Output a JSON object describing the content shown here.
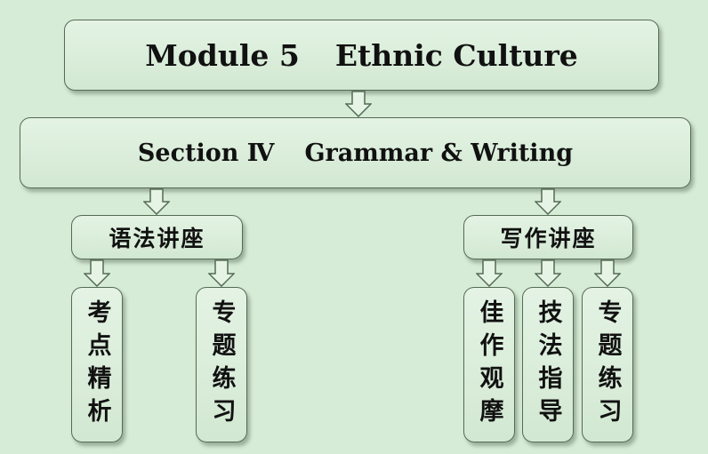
{
  "module": {
    "number": "Module 5",
    "title": "Ethnic Culture"
  },
  "section": {
    "number": "Section Ⅳ",
    "title": "Grammar & Writing"
  },
  "branches": [
    {
      "label": "语法讲座",
      "children": [
        "考点精析",
        "专题练习"
      ]
    },
    {
      "label": "写作讲座",
      "children": [
        "佳作观摩",
        "技法指导",
        "专题练习"
      ]
    }
  ],
  "colors": {
    "background": "#d7ecd7",
    "box_fill": "#dcefdc",
    "border": "#556b55",
    "text": "#111111"
  }
}
